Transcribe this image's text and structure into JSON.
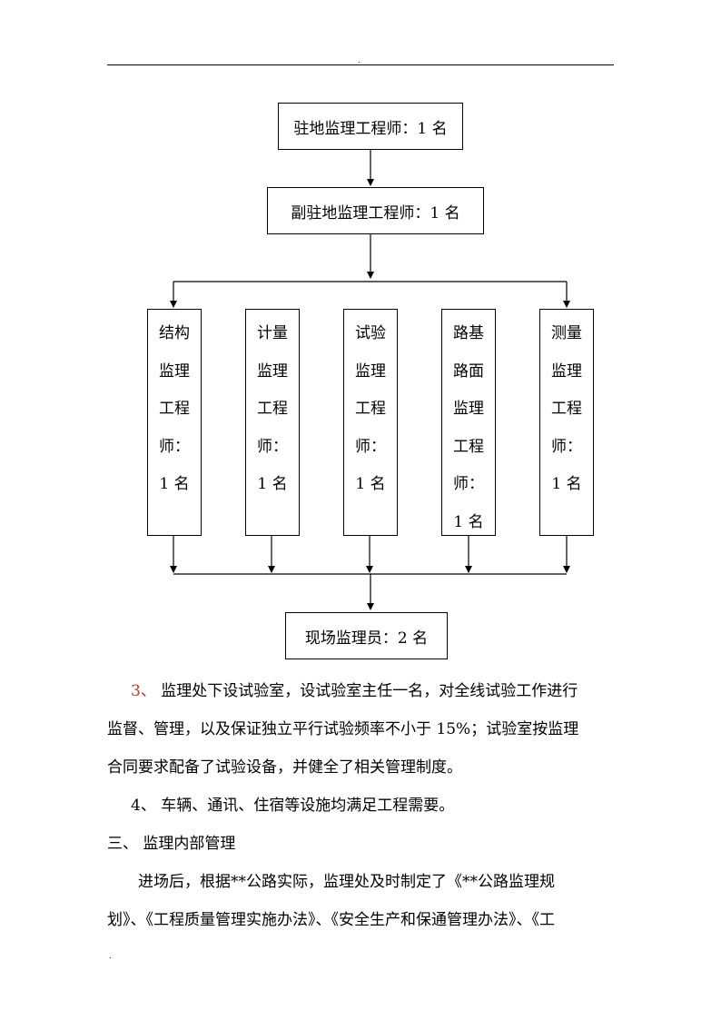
{
  "header": {
    "mark": "."
  },
  "footer": {
    "mark": "."
  },
  "org_chart": {
    "top": "驻地监理工程师：1 名",
    "deputy": "副驻地监理工程师：1 名",
    "departments": [
      {
        "lines": [
          "结构",
          "监理",
          "工程",
          "师：",
          "1 名"
        ]
      },
      {
        "lines": [
          "计量",
          "监理",
          "工程",
          "师：",
          "1 名"
        ]
      },
      {
        "lines": [
          "试验",
          "监理",
          "工程",
          "师：",
          "1 名"
        ]
      },
      {
        "lines": [
          "路基",
          "路面",
          "监理",
          "工程",
          "师：",
          "1 名"
        ]
      },
      {
        "lines": [
          "测量",
          "监理",
          "工程",
          "师：",
          "1 名"
        ]
      }
    ],
    "bottom": "现场监理员：2 名"
  },
  "body": {
    "item3_num": "3、",
    "item3_line1": "监理处下设试验室，设试验室主任一名，对全线试验工作进行",
    "item3_line2": "监督、管理，以及保证独立平行试验频率不小于 15%；试验室按监理",
    "item3_line3": "合同要求配备了试验设备，并健全了相关管理制度。",
    "item4": "4、 车辆、通讯、住宿等设施均满足工程需要。",
    "section3": "三、    监理内部管理",
    "para_line1": "进场后，根据**公路实际，监理处及时制定了《**公路监理规",
    "para_line2": "划》、《工程质量管理实施办法》、《安全生产和保通管理办法》、《工"
  }
}
